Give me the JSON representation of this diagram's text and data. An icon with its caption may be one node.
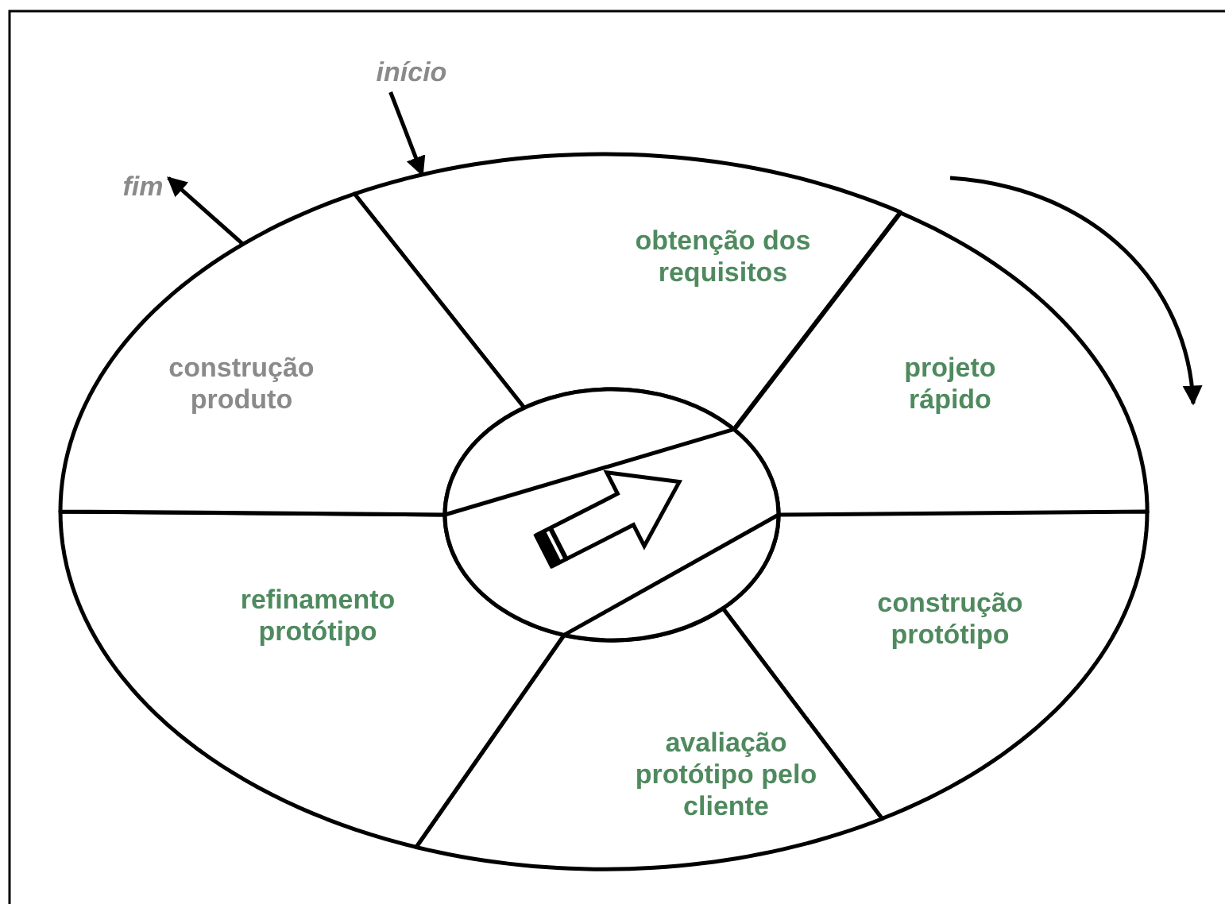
{
  "diagram": {
    "nodes": [
      {
        "text": [
          "obtenção dos requisitos"
        ]
      },
      {
        "text": [
          "projeto rápido"
        ]
      },
      {
        "text": [
          "construção protótipo"
        ]
      },
      {
        "text": [
          "avaliação protótipo pelo cliente"
        ]
      },
      {
        "text": [
          "refinamento protótipo"
        ]
      },
      {
        "text": [
          "construção produto"
        ]
      },
      {
        "text": [],
        "shape": "picture"
      },
      {
        "text": [
          "início"
        ]
      },
      {
        "text": [
          "fim"
        ]
      }
    ],
    "edges": [
      {
        "from": 7,
        "to": 0,
        "arrow": "to"
      },
      {
        "from": 5,
        "to": 8,
        "arrow": "to"
      }
    ]
  }
}
